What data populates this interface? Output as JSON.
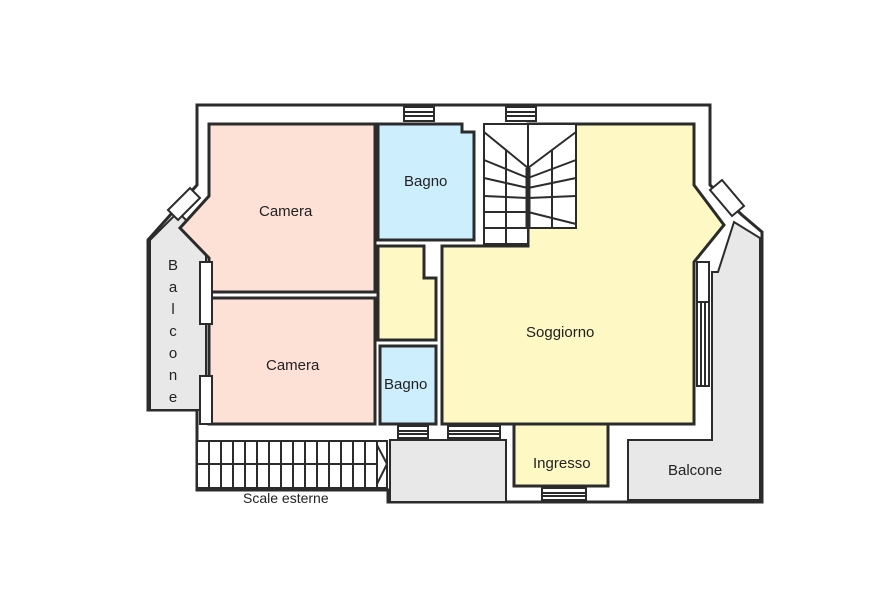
{
  "plan": {
    "rooms": [
      {
        "id": "camera-1",
        "label": "Camera",
        "type": "bedroom",
        "color": "#fde0d6"
      },
      {
        "id": "camera-2",
        "label": "Camera",
        "type": "bedroom",
        "color": "#fde0d6"
      },
      {
        "id": "bagno-1",
        "label": "Bagno",
        "type": "bathroom",
        "color": "#cdeefc"
      },
      {
        "id": "bagno-2",
        "label": "Bagno",
        "type": "bathroom",
        "color": "#cdeefc"
      },
      {
        "id": "disimpegno",
        "label": "",
        "type": "hallway",
        "color": "#fdf8c4"
      },
      {
        "id": "soggiorno",
        "label": "Soggiorno",
        "type": "living-room",
        "color": "#fdf8c4"
      },
      {
        "id": "ingresso",
        "label": "Ingresso",
        "type": "entrance",
        "color": "#fdf8c4"
      },
      {
        "id": "balcone-left",
        "label": "Balcone",
        "type": "balcony",
        "color": "#e8e8e8"
      },
      {
        "id": "balcone-right",
        "label": "Balcone",
        "type": "balcony",
        "color": "#e8e8e8"
      }
    ],
    "external_stairs_label": "Scale esterne",
    "vertical_label_letters": [
      "B",
      "a",
      "l",
      "c",
      "o",
      "n",
      "e"
    ],
    "colors": {
      "wall": "#2b2b2b",
      "bedroom": "#fde0d6",
      "bathroom": "#cdeefc",
      "living": "#fdf8c4",
      "balcony": "#e8e8e8",
      "background": "#ffffff"
    }
  }
}
